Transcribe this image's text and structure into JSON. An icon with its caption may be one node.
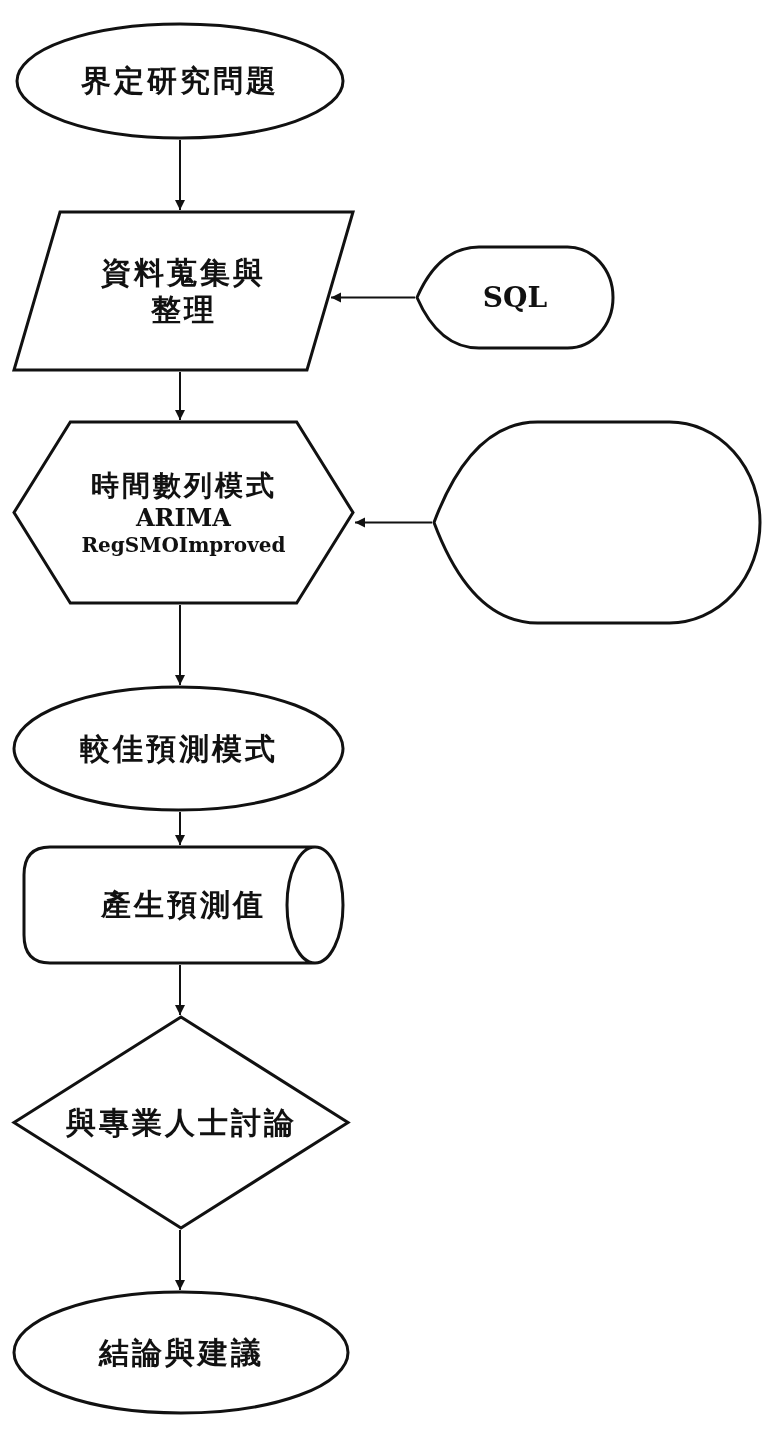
{
  "diagram": {
    "nodes": [
      {
        "text": [
          "界定研究問題"
        ]
      },
      {
        "text": [
          "資料蒐集與整理"
        ]
      },
      {
        "text": [
          "SQL"
        ]
      },
      {
        "text": [
          "時間數列模式",
          "ARIMA",
          "RegSMOImproved"
        ]
      },
      {
        "text": [],
        "shape": "display"
      },
      {
        "text": [
          "較佳預測模式"
        ]
      },
      {
        "text": [
          "產生預測值"
        ]
      },
      {
        "text": [
          "與專業人士討論"
        ]
      },
      {
        "text": [
          "結論與建議"
        ]
      }
    ],
    "edges": [
      {
        "from": 0,
        "to": 1,
        "arrow": "to"
      },
      {
        "from": 2,
        "to": 1,
        "arrow": "to"
      },
      {
        "from": 1,
        "to": 3,
        "arrow": "to"
      },
      {
        "from": 4,
        "to": 3,
        "arrow": "to"
      },
      {
        "from": 3,
        "to": 5,
        "arrow": "to"
      },
      {
        "from": 5,
        "to": 6,
        "arrow": "to"
      },
      {
        "from": 6,
        "to": 7,
        "arrow": "to"
      },
      {
        "from": 7,
        "to": 8,
        "arrow": "to"
      }
    ]
  }
}
